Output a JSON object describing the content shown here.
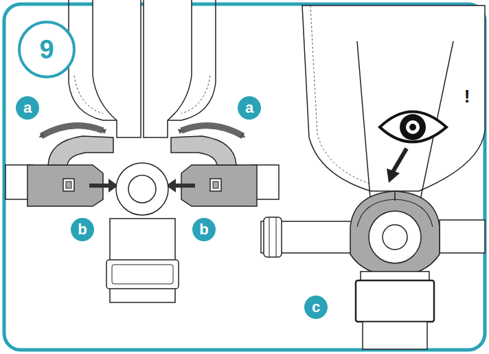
{
  "diagram": {
    "labels": [
      "9",
      "a",
      "a",
      "b",
      "b",
      "c",
      "!"
    ]
  }
}
